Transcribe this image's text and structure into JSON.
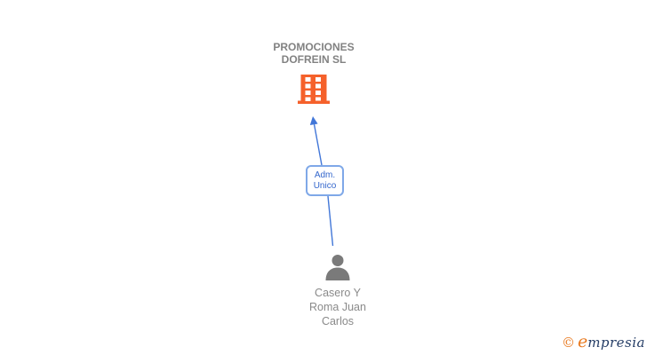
{
  "diagram": {
    "company": {
      "name": "PROMOCIONES DOFREIN SL",
      "icon": "building-icon",
      "color": "#F5612B"
    },
    "relationship": {
      "label": "Adm. Unico",
      "line_color": "#4277D8",
      "box_border_color": "#7FA8E8",
      "label_color": "#3366CC"
    },
    "person": {
      "name": "Casero Y Roma Juan Carlos",
      "icon": "person-icon",
      "color": "#7A7A7A",
      "name_color": "#8a8a8a"
    }
  },
  "branding": {
    "copyright": "©",
    "logo_first_letter": "e",
    "logo_rest": "mpresia",
    "orange": "#E8791F",
    "navy": "#253D66"
  }
}
